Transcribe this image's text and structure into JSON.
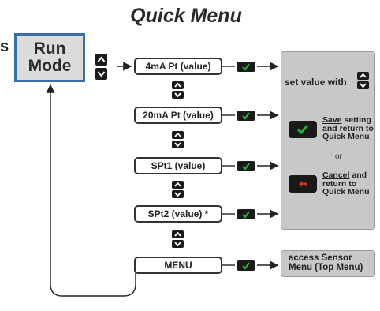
{
  "title": "Quick Menu",
  "left_fragment": "s",
  "run_mode": {
    "line1": "Run",
    "line2": "Mode"
  },
  "menu_items": [
    {
      "label": "4mA Pt (value)"
    },
    {
      "label": "20mA Pt (value)"
    },
    {
      "label": "SPt1 (value)"
    },
    {
      "label": "SPt2 (value) *"
    },
    {
      "label": "MENU"
    }
  ],
  "panel": {
    "set_value": "set value with",
    "save_word": "Save",
    "save_rest_1": " setting",
    "save_rest_2": "and return to",
    "save_rest_3": "Quick Menu",
    "or": "or",
    "cancel_word": "Cancel",
    "cancel_rest_1": " and",
    "cancel_rest_2": "return to",
    "cancel_rest_3": "Quick Menu"
  },
  "access": {
    "line1": "access Sensor",
    "line2": "Menu (Top Menu)"
  },
  "colors": {
    "run_border": "#3a6ea5",
    "check_green": "#2eaa3a",
    "cancel_red": "#e02b2b",
    "panel_gray": "#c8c8c8"
  },
  "icons": [
    "up-down-arrow-icon",
    "checkmark-icon",
    "return-arrow-icon"
  ]
}
